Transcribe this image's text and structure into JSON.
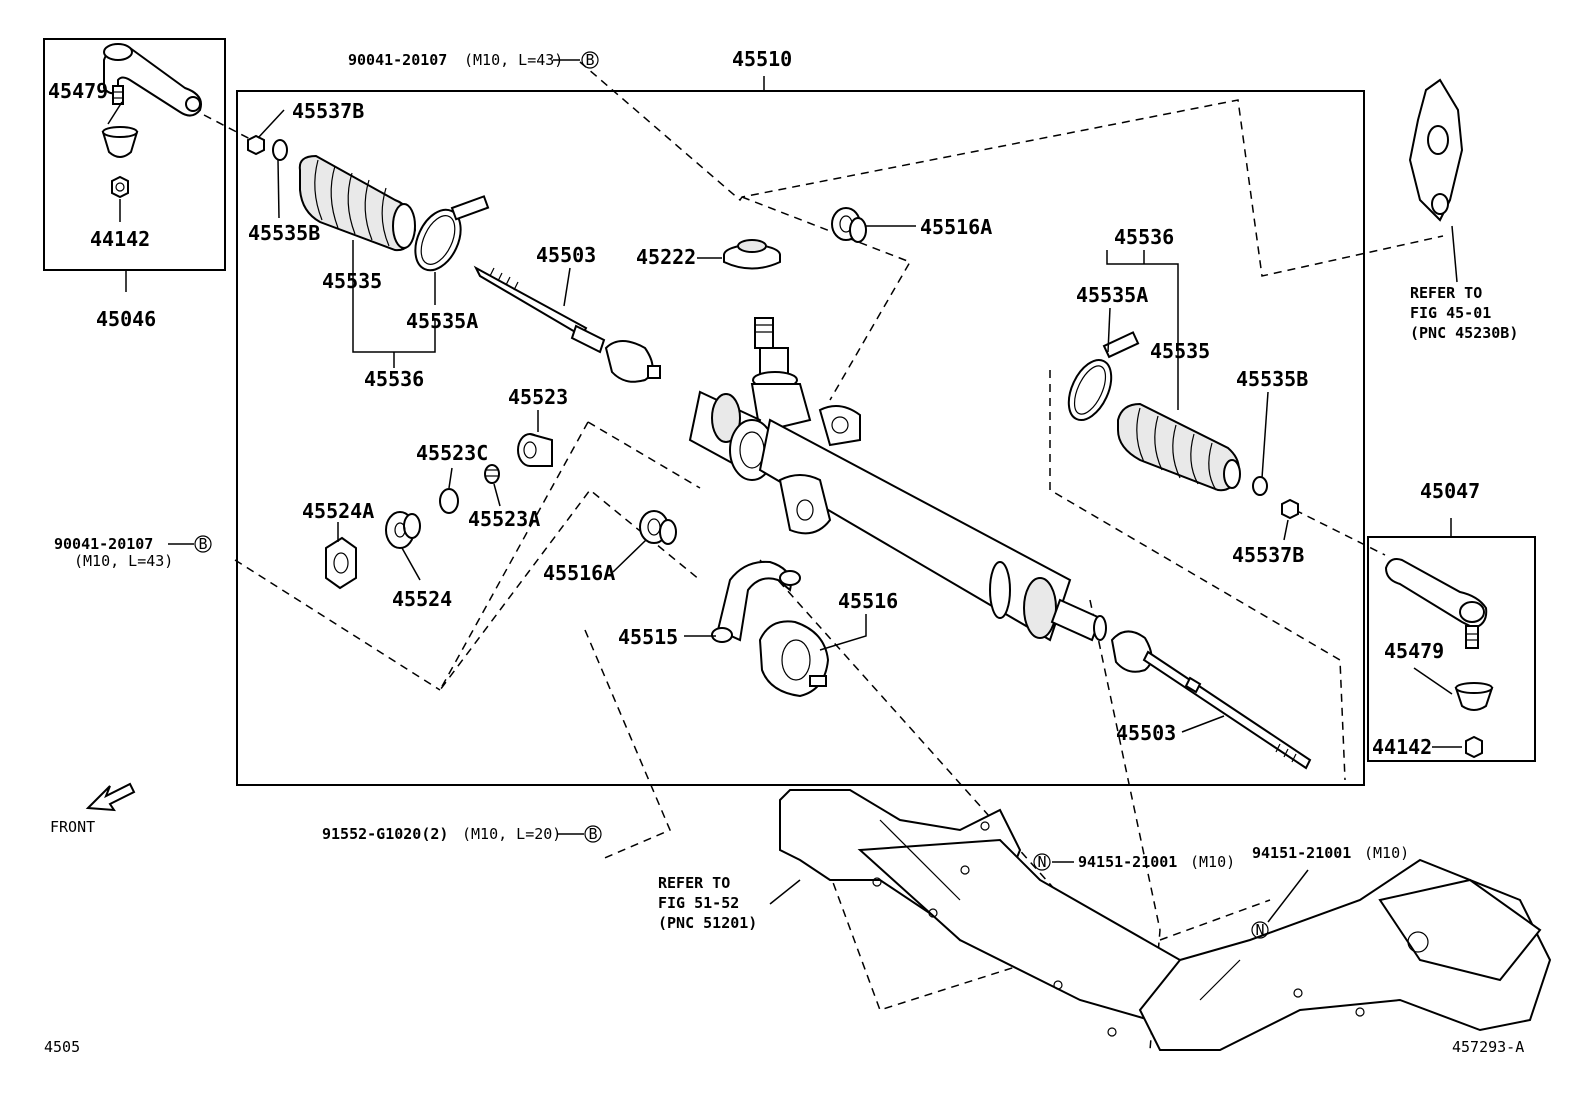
{
  "labels": {
    "main_assembly": "45510",
    "bolt_top": "90041-20107",
    "bolt_top_spec": "(M10, L=43)",
    "bolt_left": "90041-20107",
    "bolt_left_spec": "(M10, L=43)",
    "bolt_bottom": "91552-G1020(2)",
    "bolt_bottom_spec": "(M10, L=20)",
    "marker_b": "B",
    "marker_n": "N",
    "left_tie_rod_end_assy": "45046",
    "left_ball_joint": "45479",
    "left_nut": "44142",
    "left_boot_nut": "45537B",
    "left_boot_clip_small": "45535B",
    "left_boot": "45535",
    "left_boot_clamp": "45535A",
    "left_boot_set": "45536",
    "left_rack_end": "45503",
    "pinion_cover": "45222",
    "bushing_top": "45516A",
    "rack_guide": "45523",
    "guide_seal": "45523C",
    "guide_spring": "45523A",
    "guide_plug_nut": "45524A",
    "guide_plug": "45524",
    "bushing_lower": "45516A",
    "bracket": "45515",
    "grommet": "45516",
    "right_boot_set": "45536",
    "right_boot_clamp": "45535A",
    "right_boot": "45535",
    "right_boot_clip_small": "45535B",
    "right_boot_nut": "45537B",
    "right_rack_end": "45503",
    "right_tie_rod_end_assy": "45047",
    "right_ball_joint": "45479",
    "right_nut": "44142",
    "nut_left_frame": "94151-21001",
    "nut_left_frame_spec": "(M10)",
    "nut_right_frame": "94151-21001",
    "nut_right_frame_spec": "(M10)",
    "refer_top_line1": "REFER TO",
    "refer_top_line2": "FIG 45-01",
    "refer_top_line3": "(PNC 45230B)",
    "refer_bottom_line1": "REFER TO",
    "refer_bottom_line2": "FIG 51-52",
    "refer_bottom_line3": "(PNC 51201)",
    "front": "FRONT",
    "page_code": "4505",
    "figure_code": "457293-A"
  }
}
